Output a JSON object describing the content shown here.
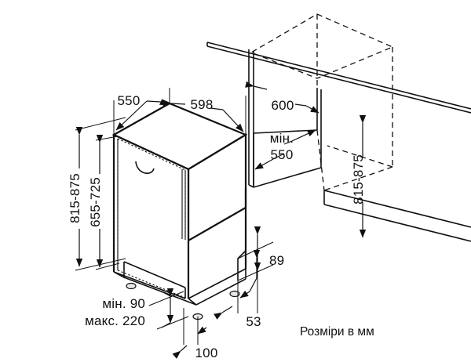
{
  "document": {
    "type": "technical-dimension-drawing",
    "subject": "built-in dishwasher installation niche",
    "units_note": "Розміри в мм"
  },
  "dimensions": {
    "depth_top": "550",
    "width_top": "598",
    "height_total": "815-875",
    "height_body": "655-725",
    "niche_width": "600",
    "niche_depth_min_label": "мін.",
    "niche_depth_min_value": "550",
    "niche_height": "815-875",
    "plinth_height": "89",
    "plinth_depth": "53",
    "foot_offset": "100",
    "base_min_label": "мін. 90",
    "base_max_label": "макс. 220"
  },
  "labels": {
    "d550": "550",
    "d598": "598",
    "h815_875_left": "815-875",
    "h655_725": "655-725",
    "d600": "600",
    "min_word": "мін.",
    "d550_min": "550",
    "h815_875_right": "815-875",
    "d89": "89",
    "d53": "53",
    "d100": "100",
    "min90": "мін. 90",
    "max220": "макс. 220",
    "units": "Розміри в мм"
  },
  "colors": {
    "line": "#111111",
    "background": "#ffffff",
    "foot": "#e8e8e8"
  }
}
